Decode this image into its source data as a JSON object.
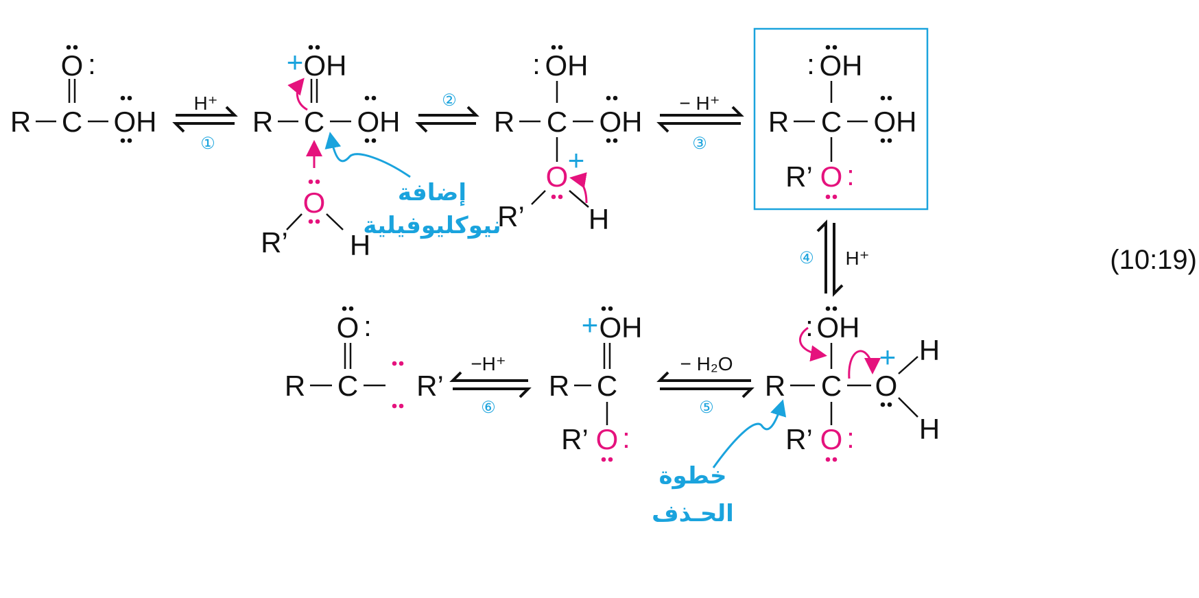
{
  "equation_number": "(10:19)",
  "colors": {
    "nucleophile": "#e5127d",
    "annotation": "#1aa3dd",
    "ink": "#111111"
  },
  "atoms": {
    "R": "R",
    "C": "C",
    "O": "O",
    "OH": "OH",
    "H": "H",
    "R_prime": "R’",
    "plus": "+",
    "colon": ":"
  },
  "reagents": {
    "step1": "H⁺",
    "step3": "− H⁺",
    "step4": "H⁺",
    "step5": "− H₂O",
    "step6": "−H⁺"
  },
  "steps": [
    "①",
    "②",
    "③",
    "④",
    "⑤",
    "⑥"
  ],
  "annotations": {
    "nucleophilic_addition_line1": "إضافة",
    "nucleophilic_addition_line2": "نيوكليوفيلية",
    "elimination_line1": "خطوة",
    "elimination_line2": "الحـذف"
  }
}
